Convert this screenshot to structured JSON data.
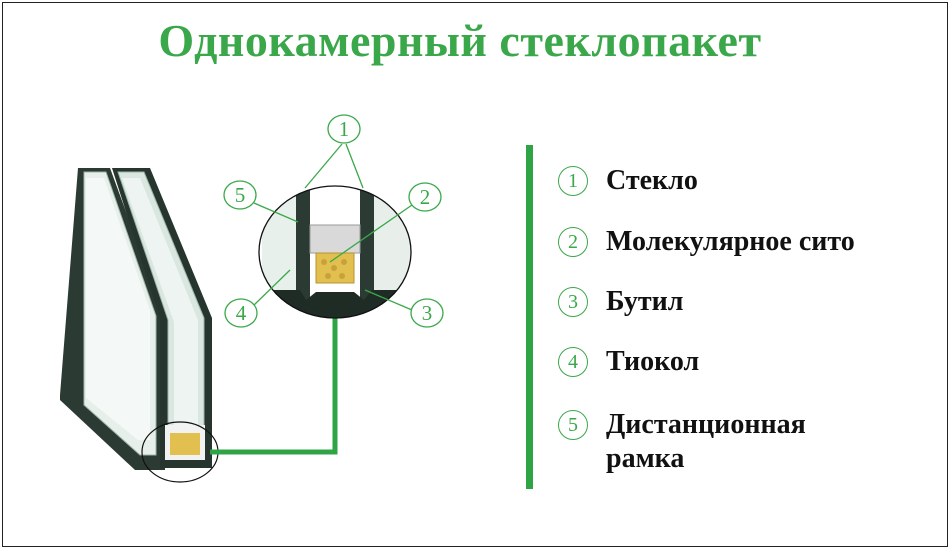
{
  "title": "Однокамерный стеклопакет",
  "callouts": [
    "1",
    "2",
    "3",
    "4",
    "5"
  ],
  "legend": [
    {
      "num": "1",
      "label": "Стекло"
    },
    {
      "num": "2",
      "label": "Молекулярное сито"
    },
    {
      "num": "3",
      "label": "Бутил"
    },
    {
      "num": "4",
      "label": "Тиокол"
    },
    {
      "num": "5",
      "label": "Дистанционная рамка"
    }
  ],
  "colors": {
    "accent": "#3aa84a",
    "glass": "#d8e8e0",
    "frame": "#23302a",
    "sieve": "#e2c050"
  }
}
